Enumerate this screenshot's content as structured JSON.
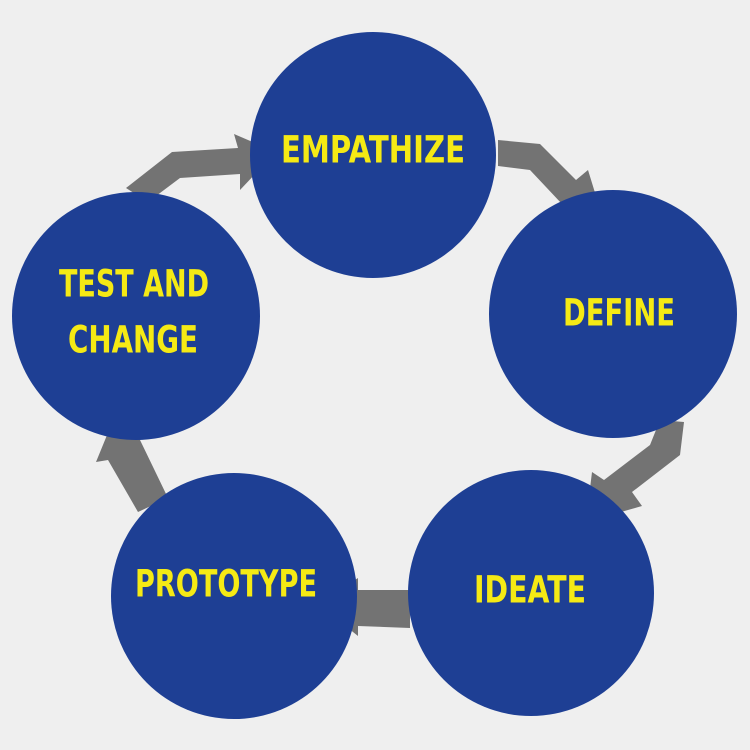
{
  "colors": {
    "background": "#efefef",
    "circle_fill": "#1e3f94",
    "label_color": "#f5ea14",
    "arrow_color": "#737373"
  },
  "stages": [
    {
      "label": "EMPATHIZE"
    },
    {
      "label": "DEFINE"
    },
    {
      "label": "IDEATE"
    },
    {
      "label": "PROTOTYPE"
    },
    {
      "label": "TEST AND",
      "label2": "CHANGE"
    }
  ]
}
